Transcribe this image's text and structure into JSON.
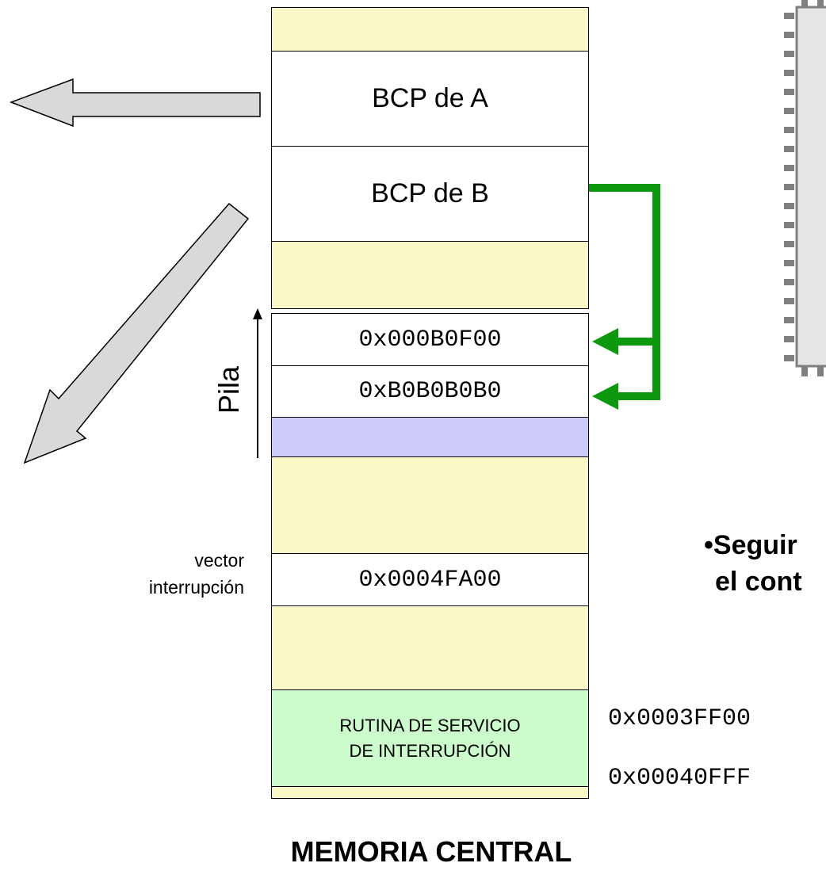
{
  "memory": {
    "title": "MEMORIA CENTRAL",
    "bcp_a": "BCP de A",
    "bcp_b": "BCP de B",
    "stack_label": "Pila",
    "stack_top": "0x000B0F00",
    "stack_second": "0xB0B0B0B0",
    "vector_label_line1": "vector",
    "vector_label_line2": "interrupción",
    "vector_value": "0x0004FA00",
    "isr_line1": "RUTINA DE SERVICIO",
    "isr_line2": "DE INTERRUPCIÓN",
    "isr_start_addr": "0x0003FF00",
    "isr_end_addr": "0x00040FFF"
  },
  "side_text": {
    "line1": "•Seguir",
    "line2": "el cont"
  },
  "colors": {
    "free_memory": "#fbf8c8",
    "stack_free": "#cccbf8",
    "isr": "#ccfccc",
    "green_arrow": "#0d990d",
    "gray_arrow": "#d9d9d9",
    "chip_border": "#808080"
  }
}
